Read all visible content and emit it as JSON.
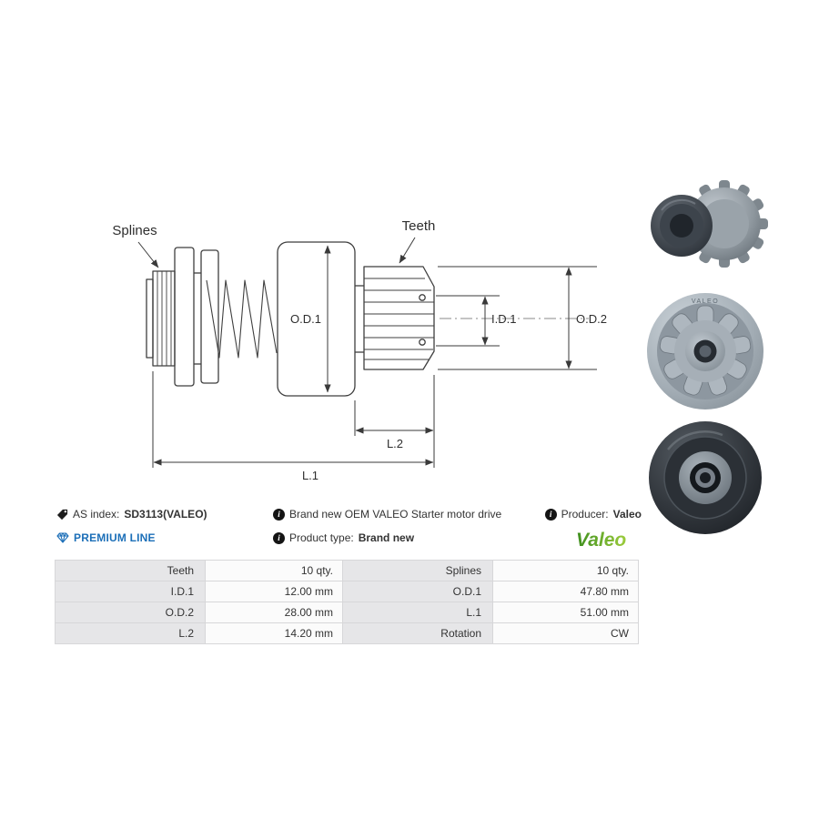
{
  "colors": {
    "premium_blue": "#1c6fb8",
    "valeo_green_dark": "#3e8f1f",
    "valeo_green_light": "#9ccc3c",
    "table_label_bg": "#e6e6e8",
    "table_value_bg": "#fbfbfb",
    "diagram_line": "#3f3f3f"
  },
  "icons": {
    "as_index": "tag-icon",
    "info": "info-icon",
    "info_glyph": "i",
    "premium_line": "diamond-icon",
    "brand": "valeo-logo"
  },
  "diagram": {
    "labels": {
      "splines": "Splines",
      "teeth": "Teeth",
      "od1": "O.D.1",
      "id1": "I.D.1",
      "od2": "O.D.2",
      "l1": "L.1",
      "l2": "L.2"
    }
  },
  "photos": {
    "engraving": "VALEO"
  },
  "info": {
    "as_index_label": "AS index:",
    "as_index_value": "SD3113(VALEO)",
    "description": "Brand new OEM VALEO Starter motor drive",
    "product_type_label": "Product type:",
    "product_type_value": "Brand new",
    "producer_label": "Producer:",
    "producer_value": "Valeo",
    "premium_line": "PREMIUM LINE",
    "brand_logo_text": "Valeo"
  },
  "specs": {
    "rows": [
      {
        "label_left": "Teeth",
        "value_left": "10 qty.",
        "label_right": "Splines",
        "value_right": "10 qty."
      },
      {
        "label_left": "I.D.1",
        "value_left": "12.00 mm",
        "label_right": "O.D.1",
        "value_right": "47.80 mm"
      },
      {
        "label_left": "O.D.2",
        "value_left": "28.00 mm",
        "label_right": "L.1",
        "value_right": "51.00 mm"
      },
      {
        "label_left": "L.2",
        "value_left": "14.20 mm",
        "label_right": "Rotation",
        "value_right": "CW"
      }
    ]
  }
}
